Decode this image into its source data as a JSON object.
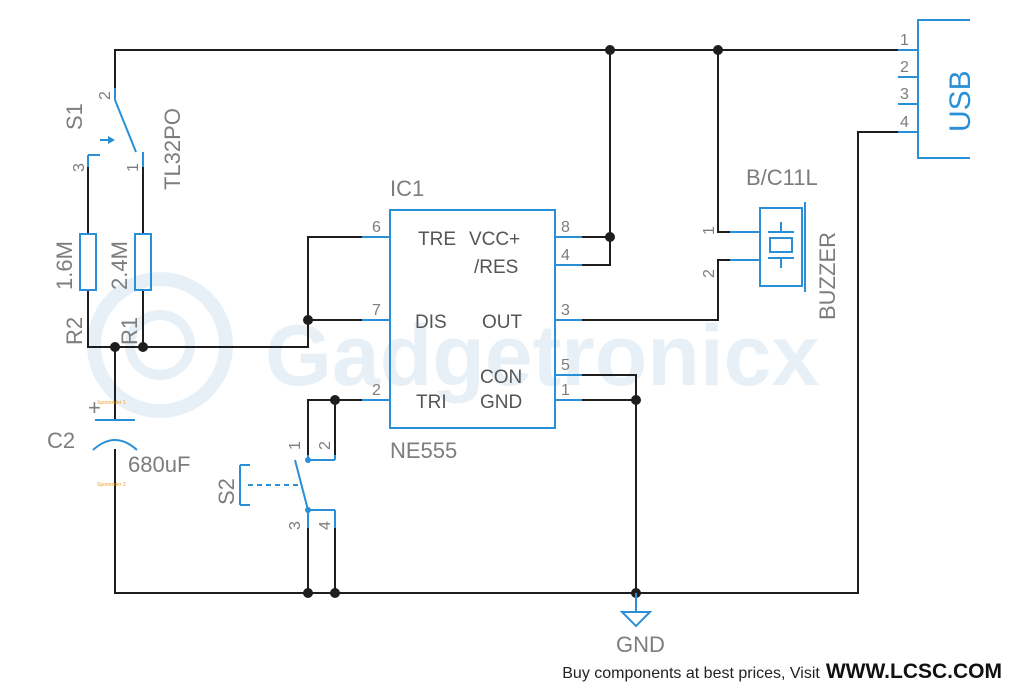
{
  "watermark": "Gadgetronicx",
  "footer": {
    "text": "Buy components at best prices, Visit",
    "site": "WWW.LCSC.COM"
  },
  "components": {
    "s1": {
      "ref": "S1",
      "part": "TL32PO",
      "pins": [
        "2",
        "1",
        "3"
      ]
    },
    "r1": {
      "ref": "R1",
      "value": "2.4M"
    },
    "r2": {
      "ref": "R2",
      "value": "1.6M"
    },
    "c2": {
      "ref": "C2",
      "value": "680uF",
      "plus": "+",
      "small_top": "Spooneder 1",
      "small_bottom": "Spooneder 2"
    },
    "s2": {
      "ref": "S2",
      "pins": [
        "1",
        "2",
        "3",
        "4"
      ]
    },
    "ic1": {
      "ref": "IC1",
      "part": "NE555",
      "pins": [
        {
          "num": "6",
          "name": "TRE"
        },
        {
          "num": "7",
          "name": "DIS"
        },
        {
          "num": "2",
          "name": "TRI"
        },
        {
          "num": "8",
          "name": "VCC+"
        },
        {
          "num": "4",
          "name": "/RES"
        },
        {
          "num": "3",
          "name": "OUT"
        },
        {
          "num": "5",
          "name": "CON"
        },
        {
          "num": "1",
          "name": "GND"
        }
      ]
    },
    "buzzer": {
      "ref": "B/C11L",
      "part": "BUZZER",
      "pins": [
        "1",
        "2"
      ]
    },
    "usb": {
      "label": "USB",
      "pins": [
        "1",
        "2",
        "3",
        "4"
      ]
    },
    "gnd": {
      "label": "GND"
    }
  },
  "colors": {
    "wire": "#1e1e1e",
    "symbol": "#2a8fd6",
    "label": "#7d7d7d"
  }
}
